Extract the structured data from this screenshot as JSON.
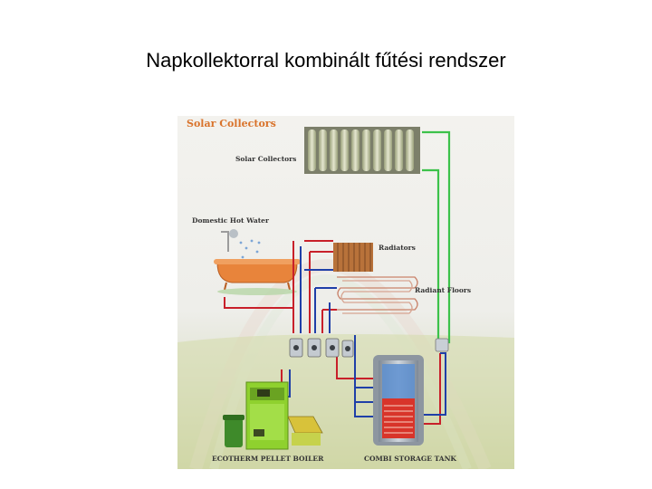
{
  "slide": {
    "title": "Napkollektorral kombinált fűtési rendszer"
  },
  "diagram": {
    "header": "Solar Collectors",
    "labels": {
      "solar_collectors": "Solar Collectors",
      "domestic_hot_water": "Domestic Hot Water",
      "radiators": "Radiators",
      "radiant_floors": "Radiant Floors",
      "boiler": "ECOTHERM PELLET BOILER",
      "storage_tank": "COMBI STORAGE TANK"
    },
    "colors": {
      "hot_pipe": "#c8202a",
      "cold_pipe": "#1f3fa8",
      "solar_pipe": "#3cc24a",
      "boiler_body": "#8fd12e",
      "tank_body": "#a9b3bd",
      "tank_hot": "#d8342a",
      "radiator": "#b8723a"
    }
  }
}
